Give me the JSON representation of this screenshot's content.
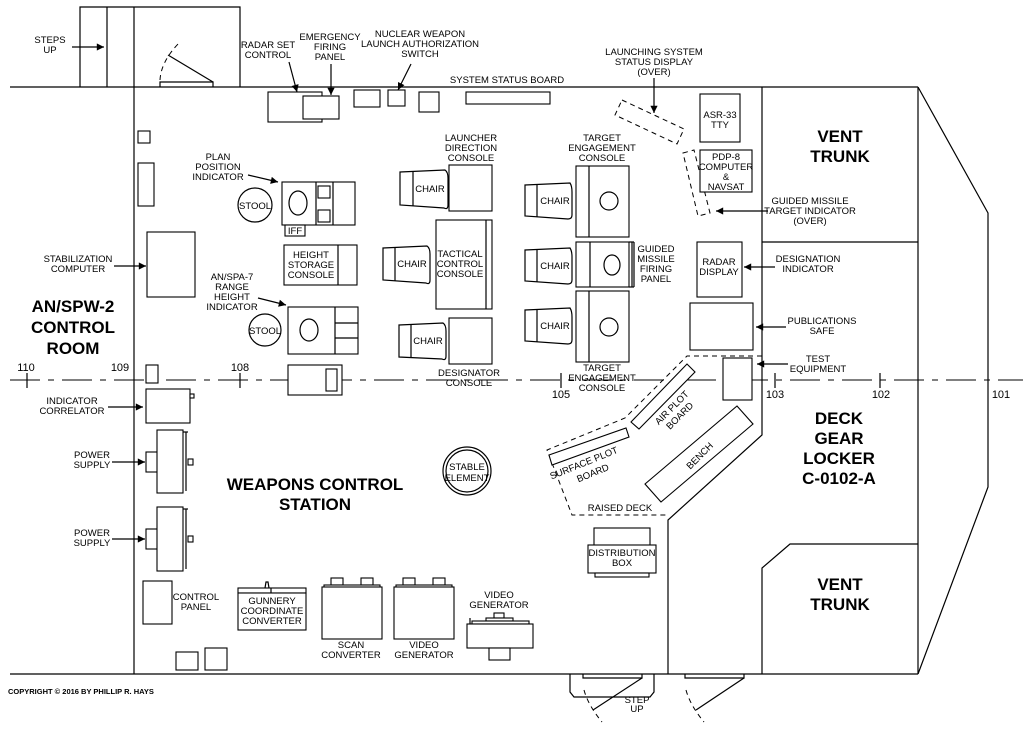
{
  "title": "AN/SPW-2 Control Room / Weapons Control Station Floor Plan",
  "rooms": {
    "control_room": [
      "AN/SPW-2",
      "CONTROL",
      "ROOM"
    ],
    "weapons_station": [
      "WEAPONS CONTROL",
      "STATION"
    ],
    "vent_trunk_top": [
      "VENT",
      "TRUNK"
    ],
    "vent_trunk_bottom": [
      "VENT",
      "TRUNK"
    ],
    "deck_gear_locker": [
      "DECK",
      "GEAR",
      "LOCKER",
      "C-0102-A"
    ]
  },
  "frames": [
    "110",
    "109",
    "108",
    "105",
    "103",
    "102",
    "101"
  ],
  "labels": {
    "steps_up": [
      "STEPS",
      "UP"
    ],
    "radar_set_control": [
      "RADAR SET",
      "CONTROL"
    ],
    "emergency_firing_panel": [
      "EMERGENCY",
      "FIRING",
      "PANEL"
    ],
    "nuclear_weapon_switch": [
      "NUCLEAR WEAPON",
      "LAUNCH AUTHORIZATION",
      "SWITCH"
    ],
    "system_status_board": "SYSTEM STATUS BOARD",
    "launching_system_status": [
      "LAUNCHING SYSTEM",
      "STATUS DISPLAY",
      "(OVER)"
    ],
    "asr33": [
      "ASR-33",
      "TTY"
    ],
    "pdp8": [
      "PDP-8",
      "COMPUTER",
      "&",
      "NAVSAT"
    ],
    "guided_missile_target": [
      "GUIDED MISSILE",
      "TARGET INDICATOR",
      "(OVER)"
    ],
    "radar_display": [
      "RADAR",
      "DISPLAY"
    ],
    "designation_indicator": [
      "DESIGNATION",
      "INDICATOR"
    ],
    "publications_safe": [
      "PUBLICATIONS",
      "SAFE"
    ],
    "test_equipment": [
      "TEST",
      "EQUIPMENT"
    ],
    "plan_position": [
      "PLAN",
      "POSITION",
      "INDICATOR"
    ],
    "stool": "STOOL",
    "iff": "IFF",
    "height_storage": [
      "HEIGHT",
      "STORAGE",
      "CONSOLE"
    ],
    "anspa7": [
      "AN/SPA-7",
      "RANGE",
      "HEIGHT",
      "INDICATOR"
    ],
    "stabilization_computer": [
      "STABILIZATION",
      "COMPUTER"
    ],
    "launcher_direction": [
      "LAUNCHER",
      "DIRECTION",
      "CONSOLE"
    ],
    "tactical_control": [
      "TACTICAL",
      "CONTROL",
      "CONSOLE"
    ],
    "designator_console": [
      "DESIGNATOR",
      "CONSOLE"
    ],
    "chair": "CHAIR",
    "target_engagement": [
      "TARGET",
      "ENGAGEMENT",
      "CONSOLE"
    ],
    "guided_missile_firing": [
      "GUIDED",
      "MISSILE",
      "FIRING",
      "PANEL"
    ],
    "indicator_correlator": [
      "INDICATOR",
      "CORRELATOR"
    ],
    "power_supply": [
      "POWER",
      "SUPPLY"
    ],
    "stable_element": [
      "STABLE",
      "ELEMENT"
    ],
    "air_plot_board": [
      "AIR PLOT",
      "BOARD"
    ],
    "surface_plot_board": [
      "SURFACE PLOT",
      "BOARD"
    ],
    "bench": "BENCH",
    "raised_deck": "RAISED DECK",
    "distribution_box": [
      "DISTRIBUTION",
      "BOX"
    ],
    "control_panel": [
      "CONTROL",
      "PANEL"
    ],
    "gunnery_converter": [
      "GUNNERY",
      "COORDINATE",
      "CONVERTER"
    ],
    "scan_converter": [
      "SCAN",
      "CONVERTER"
    ],
    "video_generator": [
      "VIDEO",
      "GENERATOR"
    ],
    "step_up": [
      "STEP",
      "UP"
    ]
  },
  "copyright": "COPYRIGHT © 2016 BY PHILLIP R. HAYS"
}
